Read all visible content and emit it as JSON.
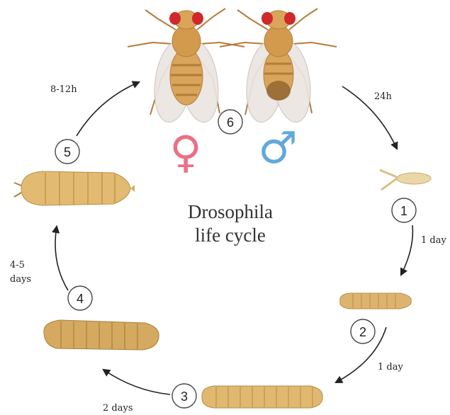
{
  "title": {
    "line1": "Drosophila",
    "line2": "life cycle"
  },
  "durations": {
    "adult_to_egg": "24h",
    "egg_to_larva1": "1 day",
    "larva1_to_larva2": "1 day",
    "larva2_to_larva3": "2 days",
    "larva3_to_pupa_line1": "4-5",
    "larva3_to_pupa_line2": "days",
    "pupa_to_adult": "8-12h"
  },
  "steps": [
    "1",
    "2",
    "3",
    "4",
    "5",
    "6"
  ],
  "symbols": {
    "female": "♀",
    "male": "♂",
    "female_color": "#ec6f86",
    "male_color": "#62a9da"
  },
  "colors": {
    "body": "#d9a55a",
    "body_dark": "#b27d38",
    "eye": "#d0282c",
    "wing": "#e9e3df",
    "larva": "#dcb36f",
    "pupa": "#e3ba72",
    "egg": "#ead7a6"
  }
}
